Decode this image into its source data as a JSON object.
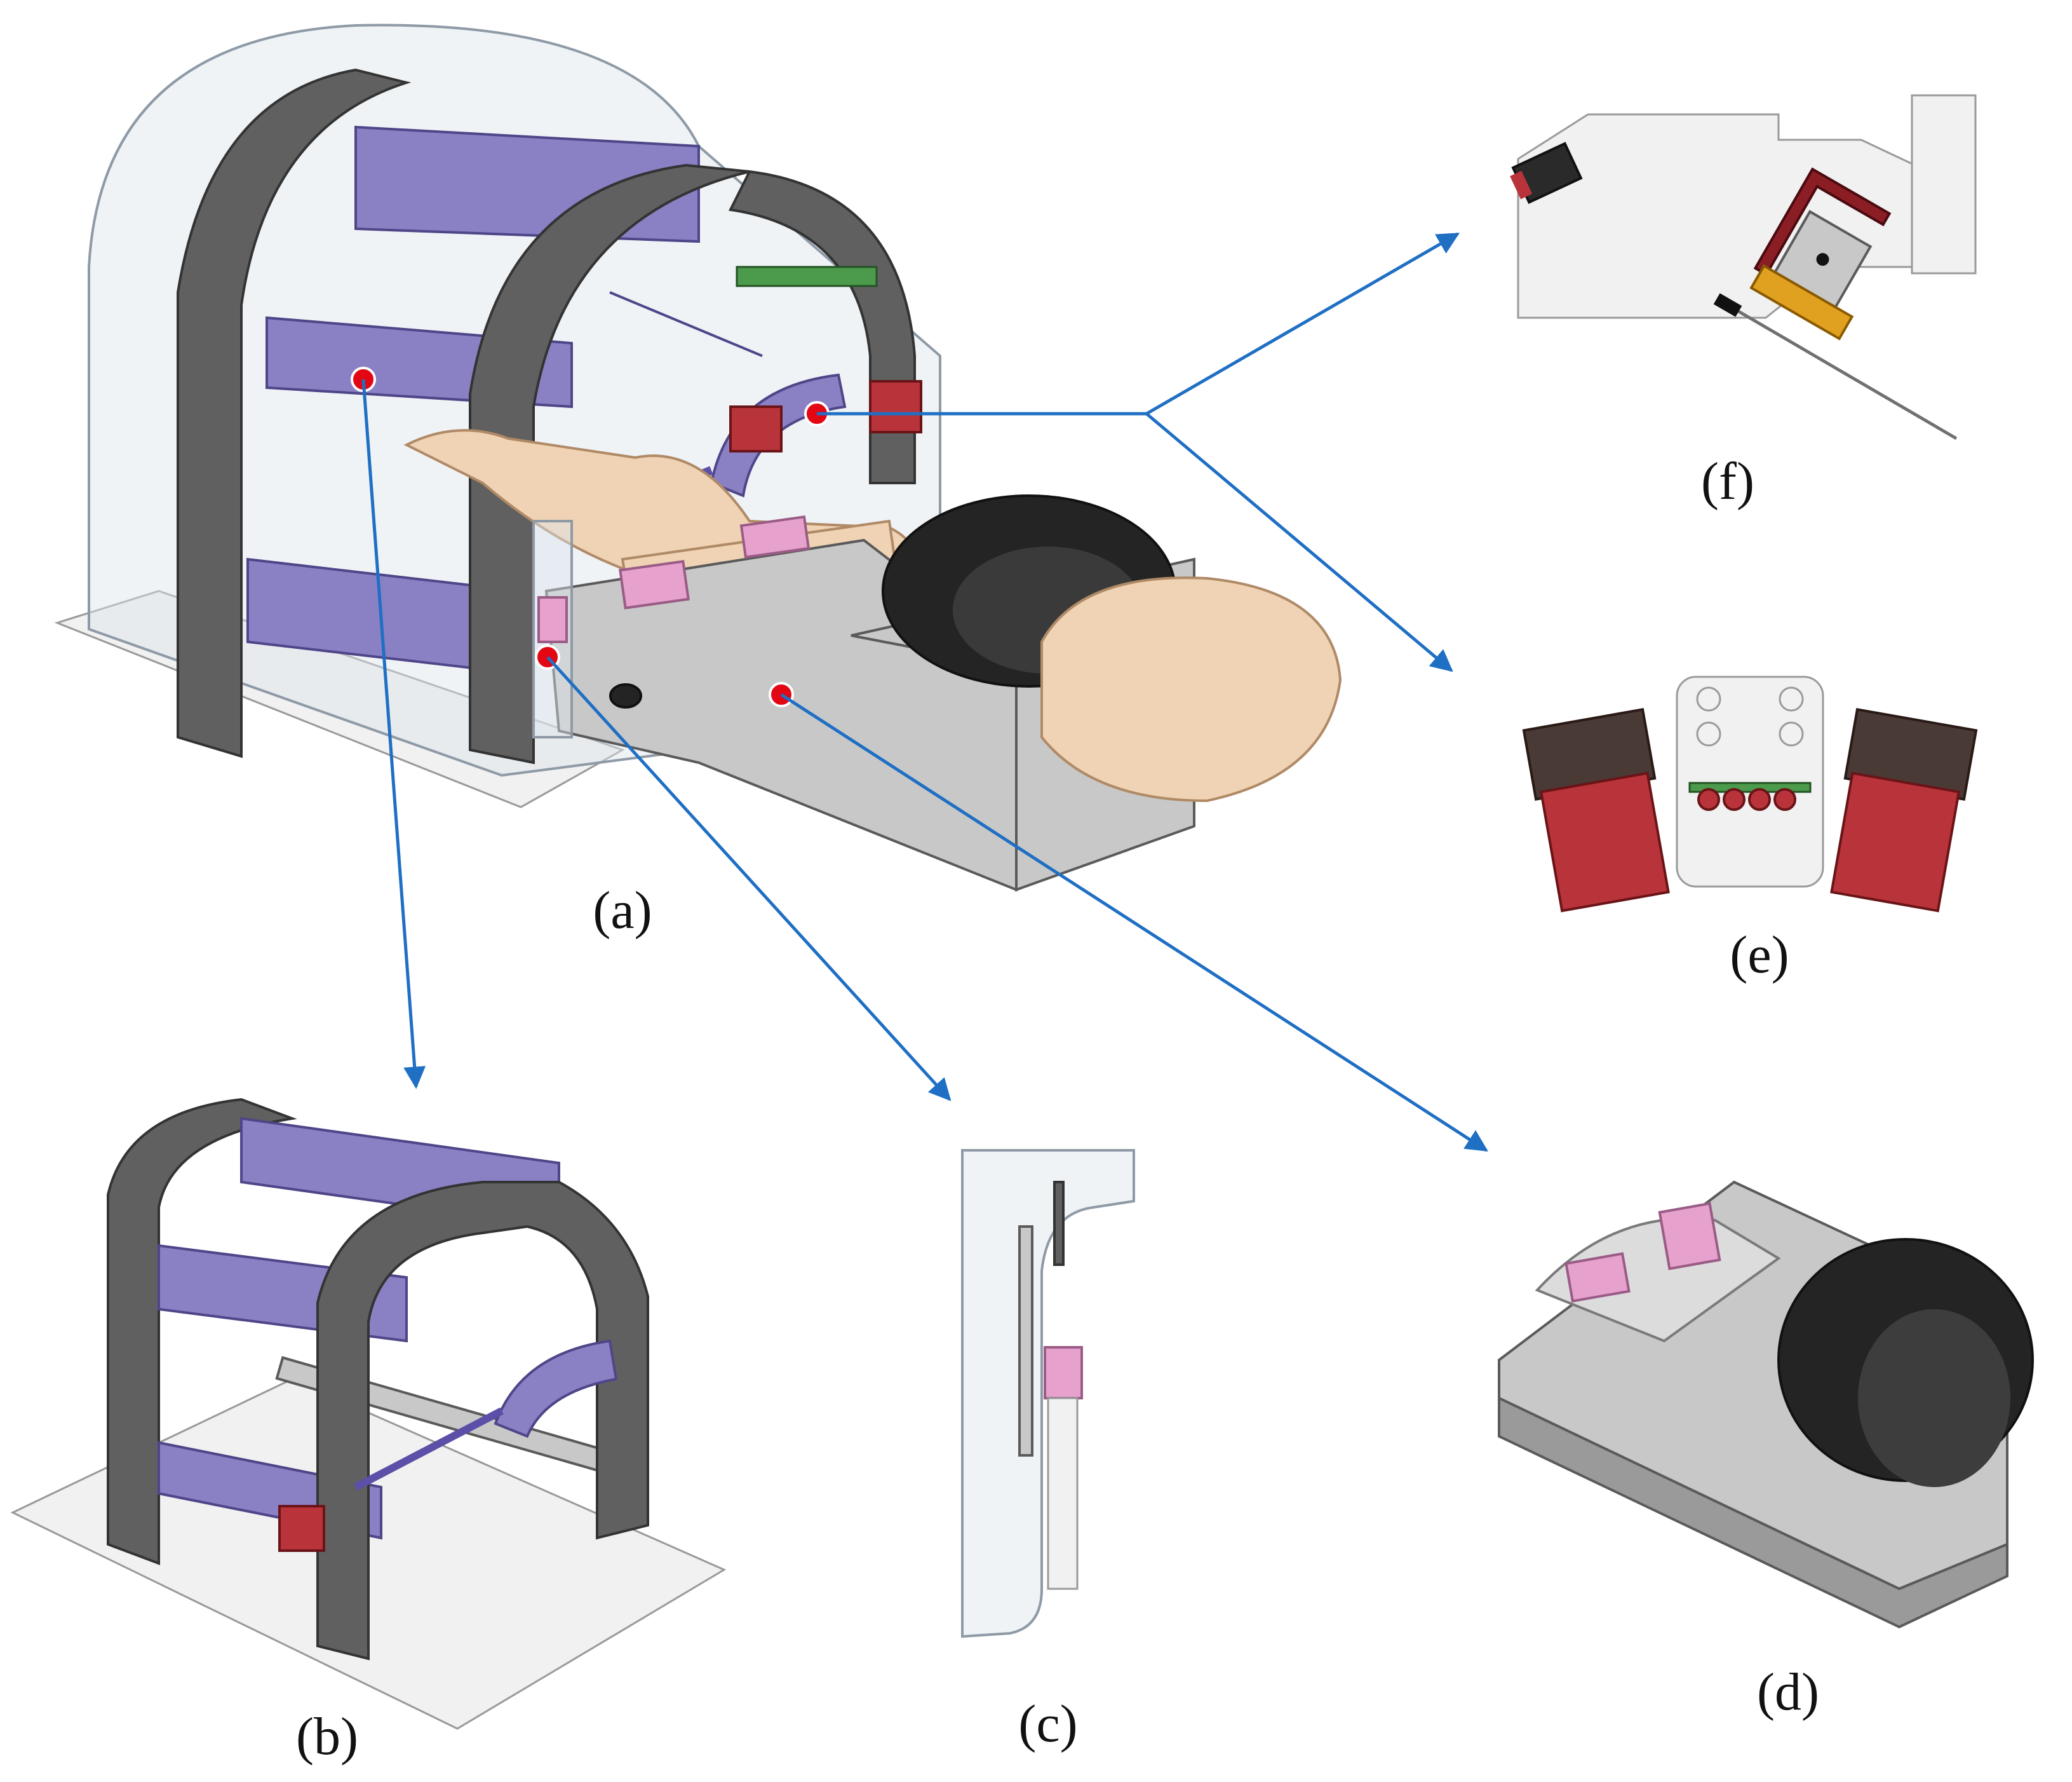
{
  "figure": {
    "panels": [
      {
        "id": "a",
        "label": "(a)"
      },
      {
        "id": "b",
        "label": "(b)"
      },
      {
        "id": "c",
        "label": "(c)"
      },
      {
        "id": "d",
        "label": "(d)"
      },
      {
        "id": "e",
        "label": "(e)"
      },
      {
        "id": "f",
        "label": "(f)"
      }
    ],
    "callouts": [
      {
        "from_marker": "frame",
        "to_panel": "b"
      },
      {
        "from_marker": "syringe",
        "to_panel": "c"
      },
      {
        "from_marker": "arm-rest",
        "to_panel": "d"
      },
      {
        "from_marker": "needle-head",
        "to_panel": "e"
      },
      {
        "from_marker": "needle-head",
        "to_panel": "f"
      }
    ],
    "colors": {
      "arrow": "#1f6fc4",
      "marker": "#e30613",
      "frame": "#606060",
      "plates": "#8a80c4",
      "cuff": "#242424",
      "skin": "#efd3b4",
      "pads": "#e6a2cc"
    }
  }
}
